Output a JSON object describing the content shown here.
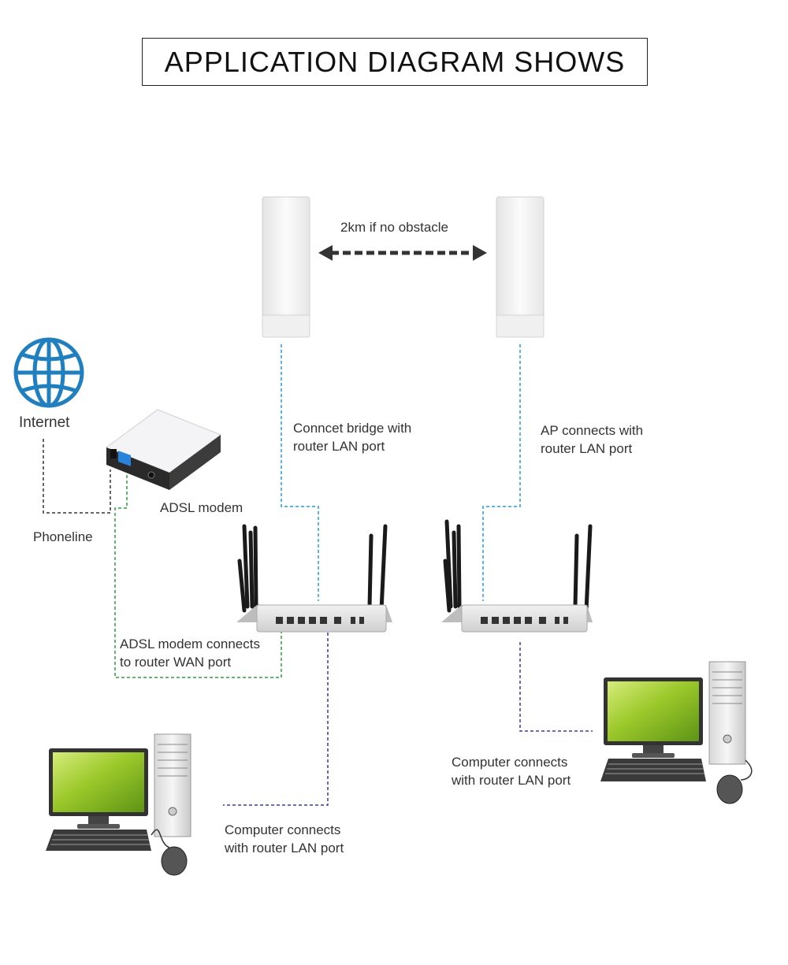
{
  "title": "APPLICATION DIAGRAM SHOWS",
  "labels": {
    "distance": "2km if no obstacle",
    "internet": "Internet",
    "adsl_modem": "ADSL modem",
    "phoneline": "Phoneline",
    "bridge_line1": "Conncet bridge with",
    "bridge_line2": "router LAN port",
    "ap_line1": "AP connects with",
    "ap_line2": "router LAN port",
    "wan_line1": "ADSL modem connects",
    "wan_line2": "to router WAN port",
    "pc_left_line1": "Computer connects",
    "pc_left_line2": "with router LAN port",
    "pc_right_line1": "Computer connects",
    "pc_right_line2": "with router LAN port"
  },
  "colors": {
    "lan_line": "#2a9ad8",
    "wan_line": "#2e9b3e",
    "pc_line": "#3a3ab0",
    "phone_line": "#333333",
    "globe": "#1f7fbf",
    "screen": "#8bbf1e"
  },
  "icons": [
    "globe-icon",
    "adsl-modem-icon",
    "cpe-bridge-icon",
    "router-icon",
    "computer-icon"
  ]
}
